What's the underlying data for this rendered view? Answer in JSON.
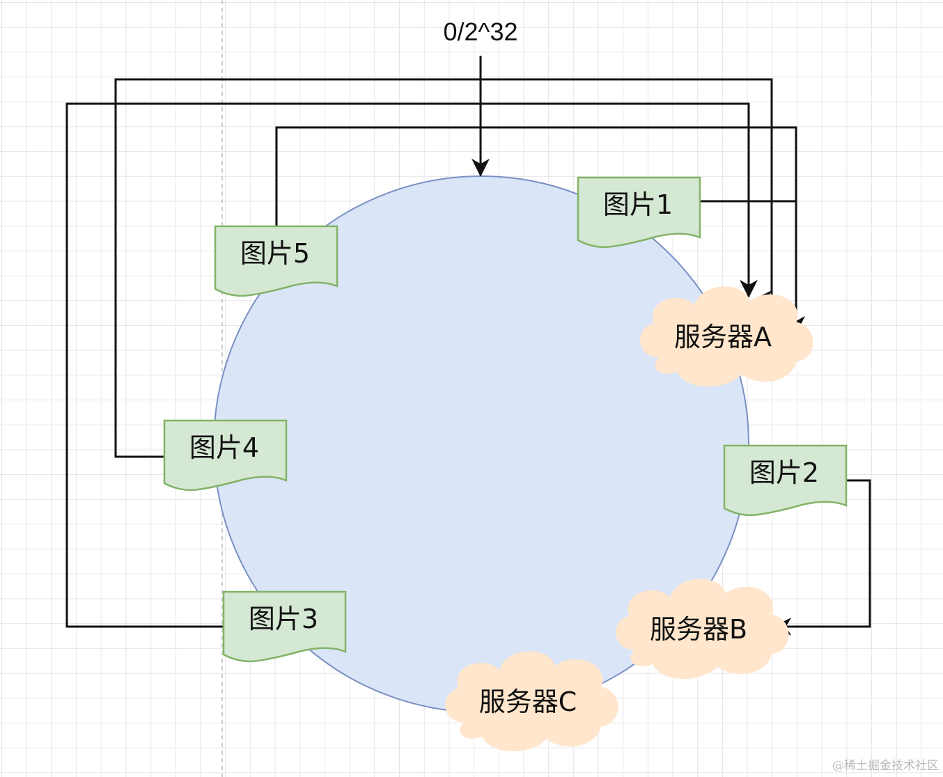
{
  "top_label": "0/2^32",
  "images": [
    {
      "key": "img1",
      "label": "图片1"
    },
    {
      "key": "img2",
      "label": "图片2"
    },
    {
      "key": "img3",
      "label": "图片3"
    },
    {
      "key": "img4",
      "label": "图片4"
    },
    {
      "key": "img5",
      "label": "图片5"
    }
  ],
  "servers": [
    {
      "key": "srvA",
      "label": "服务器A"
    },
    {
      "key": "srvB",
      "label": "服务器B"
    },
    {
      "key": "srvC",
      "label": "服务器C"
    }
  ],
  "mappings": [
    {
      "from": "图片1",
      "to": "服务器A"
    },
    {
      "from": "图片2",
      "to": "服务器B"
    },
    {
      "from": "图片3",
      "to": "服务器A"
    },
    {
      "from": "图片4",
      "to": "服务器A"
    },
    {
      "from": "图片5",
      "to": "服务器A"
    }
  ],
  "watermark": "@稀土掘金技术社区",
  "colors": {
    "ring_fill": "#dae5f7",
    "ring_stroke": "#7a8fc4",
    "doc_fill": "#d5e8d4",
    "doc_stroke": "#82b366",
    "cloud_fill": "#ffe6cc",
    "line": "#111111"
  }
}
